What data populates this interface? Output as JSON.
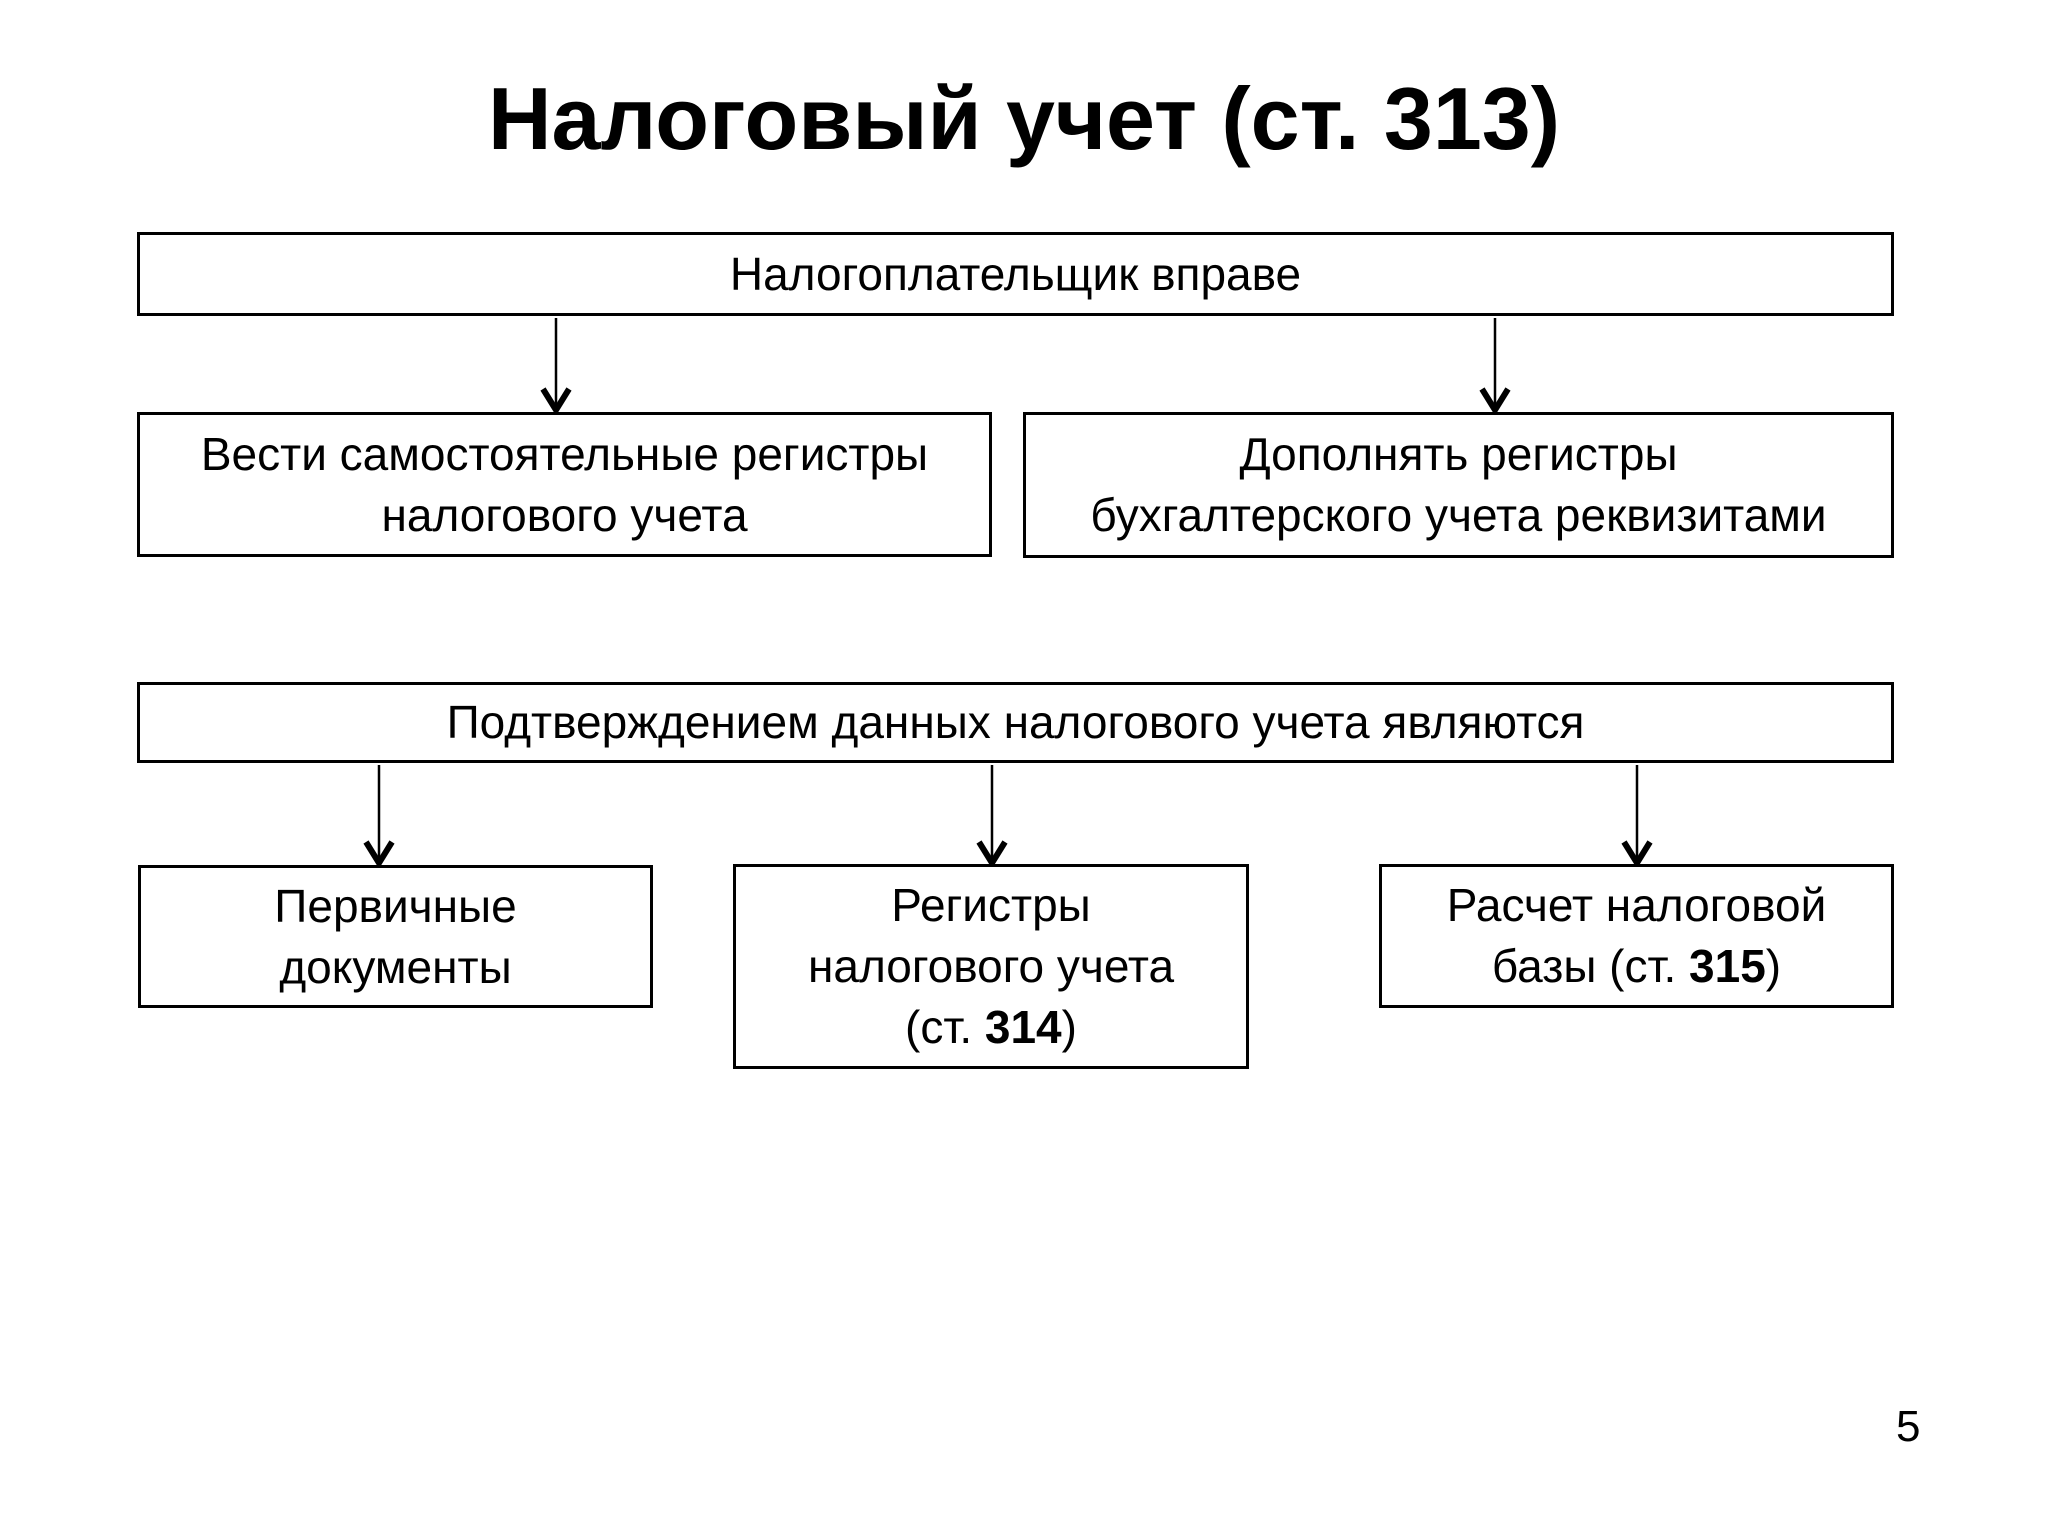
{
  "slide": {
    "title": "Налоговый учет (ст. 313)",
    "page_number": "5",
    "background_color": "#ffffff",
    "text_color": "#000000",
    "border_color": "#000000"
  },
  "icons": {
    "down_arrow": "↓"
  },
  "diagram": {
    "root_box": {
      "text": "Налогоплательщик вправе"
    },
    "options": {
      "left_box": {
        "line1": "Вести самостоятельные регистры",
        "line2": "налогового учета"
      },
      "right_box": {
        "line1": "Дополнять регистры",
        "line2": "бухгалтерского учета реквизитами"
      }
    },
    "confirmation_box": {
      "text": "Подтверждением данных налогового учета являются"
    },
    "sources": {
      "primary_documents": {
        "line1": "Первичные",
        "line2": "документы"
      },
      "tax_registers": {
        "line1": "Регистры",
        "line2": "налогового учета",
        "line3_prefix": "(ст. ",
        "line3_bold": "314",
        "line3_suffix": ")"
      },
      "tax_base": {
        "line1": "Расчет налоговой",
        "line2_prefix": "базы (ст. ",
        "line2_bold": "315",
        "line2_suffix": ")"
      }
    }
  }
}
